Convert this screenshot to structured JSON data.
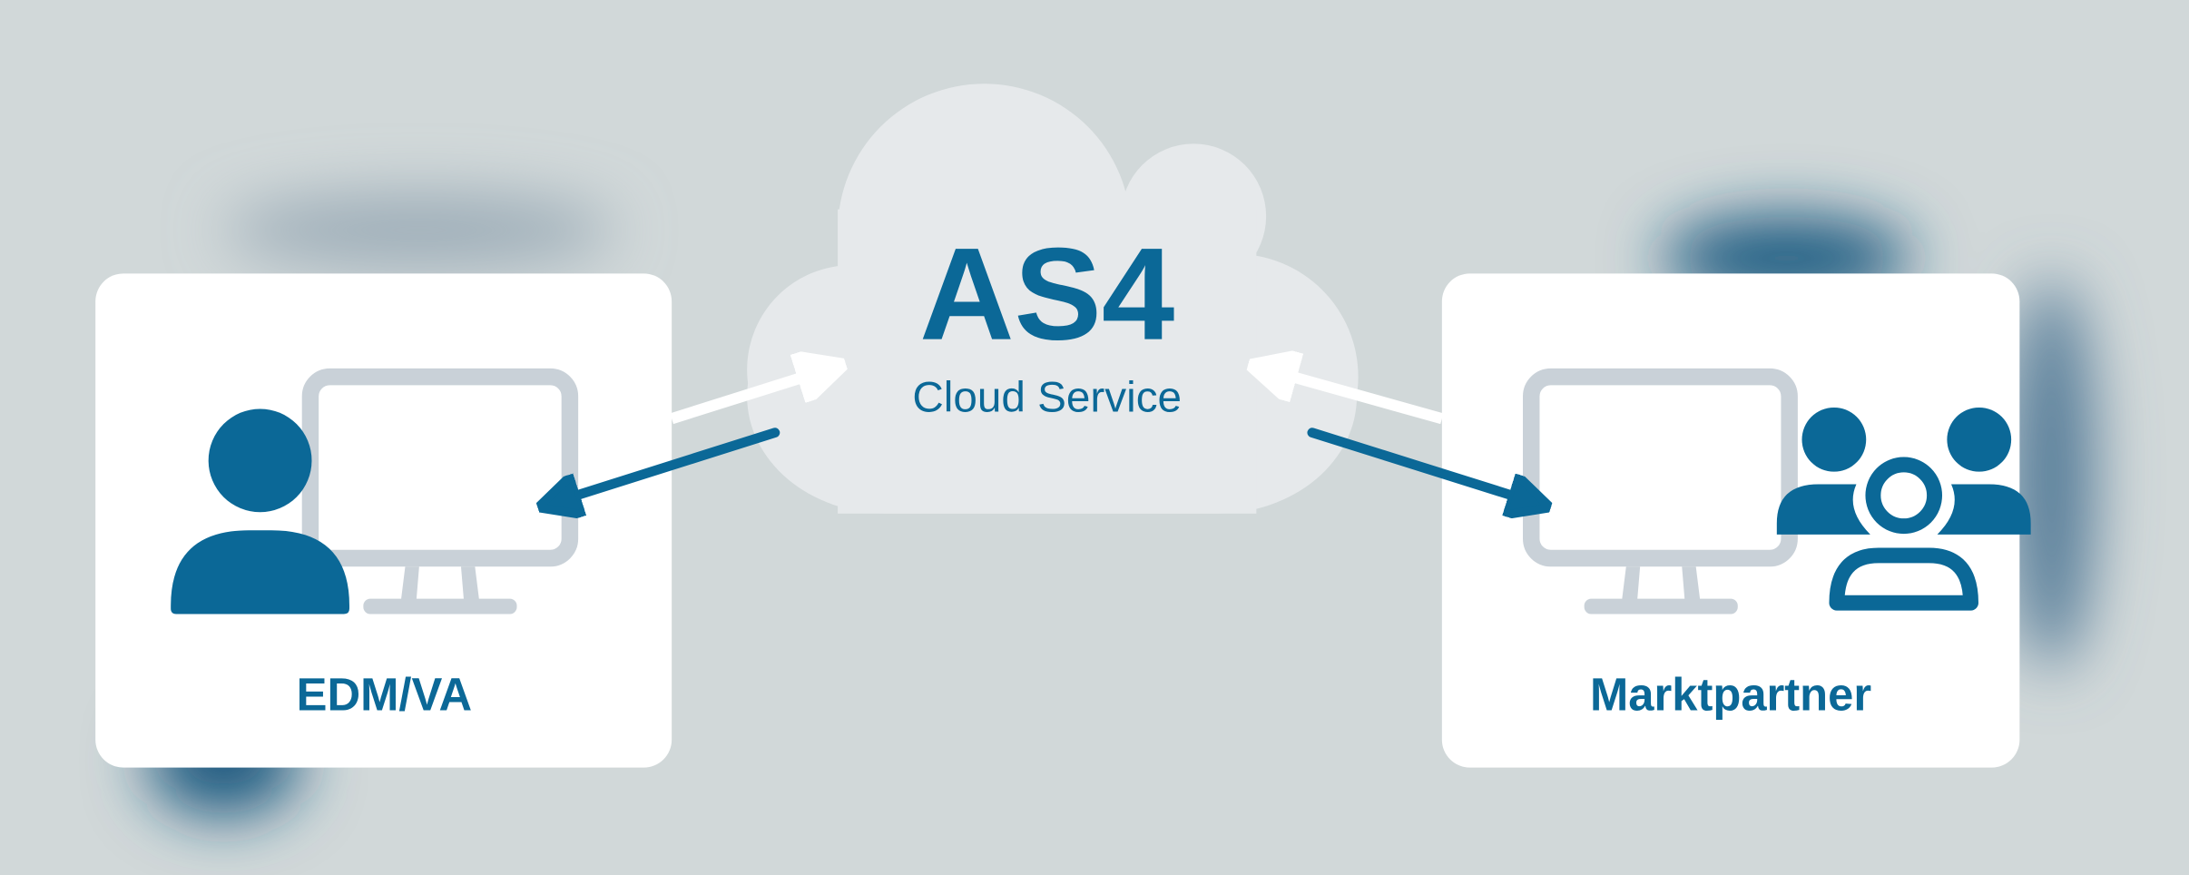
{
  "cloud": {
    "title": "AS4",
    "subtitle": "Cloud Service"
  },
  "left_card": {
    "label": "EDM/VA",
    "icon": "person-at-monitor-icon"
  },
  "right_card": {
    "label": "Marktpartner",
    "icon": "group-at-monitor-icon"
  },
  "colors": {
    "background": "#d1d8d9",
    "brand_blue": "#0b6897",
    "cloud": "#e6e9eb",
    "monitor_gray": "#c9d1d8",
    "card": "#ffffff"
  }
}
